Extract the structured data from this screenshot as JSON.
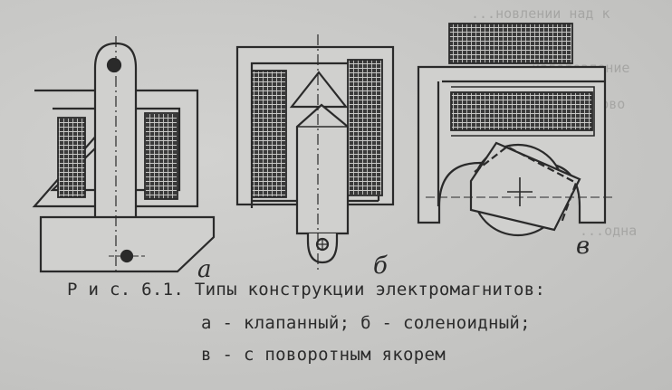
{
  "caption": {
    "line1": "Р и с. 6.1. Типы конструкции электромагнитов:",
    "line2": "а - клапанный; б - соленоидный;",
    "line3": "в - с поворотным якорем"
  },
  "figure_labels": {
    "a": "а",
    "b": "б",
    "c": "в"
  },
  "colors": {
    "ink": "#2a2a2a",
    "paper": "#c9c9c7"
  }
}
